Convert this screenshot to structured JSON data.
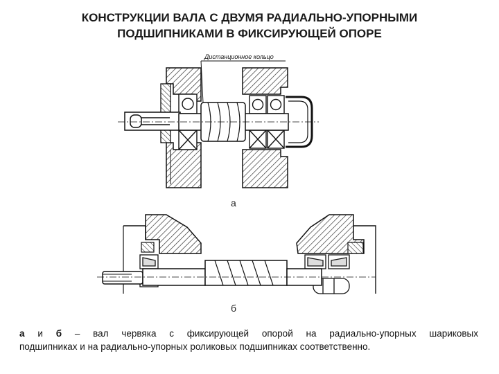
{
  "title": {
    "line1": "КОНСТРУКЦИИ ВАЛА С ДВУМЯ РАДИАЛЬНО-УПОРНЫМИ",
    "line2": "ПОДШИПНИКАМИ В ФИКСИРУЮЩЕЙ ОПОРЕ"
  },
  "figure_a": {
    "annotation": "Дистанционное кольцо",
    "label": "а"
  },
  "figure_b": {
    "label": "б"
  },
  "caption": {
    "a": "а",
    "and": "и",
    "b": "б",
    "line1_rest": "– вал червяка с фиксирующей опорой на радиально-упорных шариковых",
    "line2": "подшипниках  и на радиально-упорных роликовых подшипниках соответственно."
  },
  "colors": {
    "ink": "#111111",
    "hatch": "#222222",
    "background": "#ffffff"
  }
}
